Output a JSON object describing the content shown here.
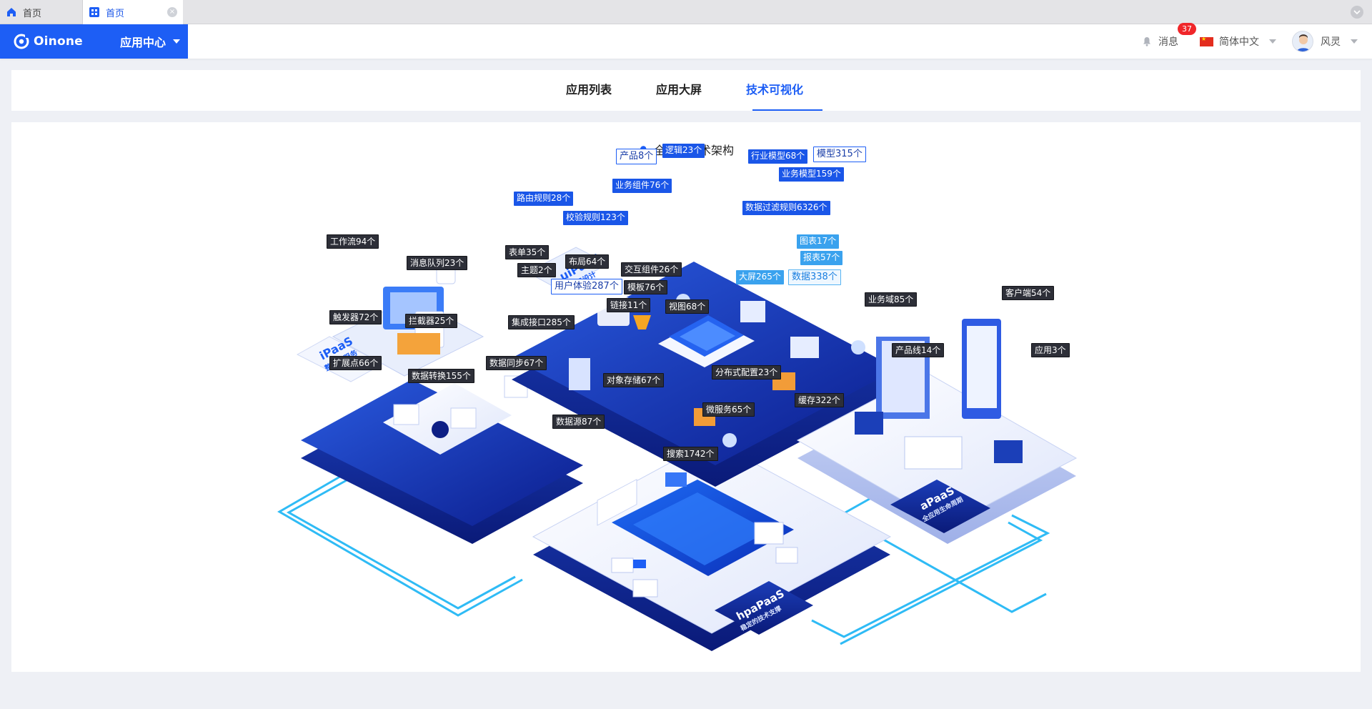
{
  "tabs": [
    {
      "label": "首页",
      "icon": "home-icon"
    },
    {
      "label": "首页",
      "icon": "app-grid-icon",
      "active": true
    }
  ],
  "header": {
    "logo_text": "Oinone",
    "app_center": "应用中心",
    "messages_label": "消息",
    "messages_count": "37",
    "language": "简体中文",
    "username": "风灵",
    "brand_color": "#1d5ef5"
  },
  "subnav": {
    "items": [
      "应用列表",
      "应用大屏",
      "技术可视化"
    ],
    "active_index": 2
  },
  "panel": {
    "title": "全平台技术架构"
  },
  "platforms": {
    "uipaas": {
      "name": "uiPaaS",
      "sub": "低代码设计"
    },
    "ipaas": {
      "name": "iPaaS",
      "sub": "整合型服务"
    },
    "apaas": {
      "name": "aPaaS",
      "sub": "全应用生命周期"
    },
    "hpapaas": {
      "name": "hpaPaaS",
      "sub": "稳定的技术支撑"
    }
  },
  "tags": [
    {
      "text": "产品8个",
      "style": "light"
    },
    {
      "text": "逻辑23个",
      "style": "blue"
    },
    {
      "text": "行业模型68个",
      "style": "blue"
    },
    {
      "text": "模型315个",
      "style": "light"
    },
    {
      "text": "业务模型159个",
      "style": "blue"
    },
    {
      "text": "业务组件76个",
      "style": "blue"
    },
    {
      "text": "路由规则28个",
      "style": "blue"
    },
    {
      "text": "数据过滤规则6326个",
      "style": "blue"
    },
    {
      "text": "校验规则123个",
      "style": "blue"
    },
    {
      "text": "图表17个",
      "style": "sky"
    },
    {
      "text": "报表57个",
      "style": "sky"
    },
    {
      "text": "大屏265个",
      "style": "sky"
    },
    {
      "text": "数据338个",
      "style": "light2"
    },
    {
      "text": "表单35个",
      "style": "dark"
    },
    {
      "text": "布局64个",
      "style": "dark"
    },
    {
      "text": "主题2个",
      "style": "dark"
    },
    {
      "text": "交互组件26个",
      "style": "dark"
    },
    {
      "text": "用户体验287个",
      "style": "light"
    },
    {
      "text": "模板76个",
      "style": "dark"
    },
    {
      "text": "链接11个",
      "style": "dark"
    },
    {
      "text": "视图68个",
      "style": "dark"
    },
    {
      "text": "工作流94个",
      "style": "dark"
    },
    {
      "text": "消息队列23个",
      "style": "dark"
    },
    {
      "text": "触发器72个",
      "style": "dark"
    },
    {
      "text": "拦截器25个",
      "style": "dark"
    },
    {
      "text": "集成接口285个",
      "style": "dark"
    },
    {
      "text": "扩展点66个",
      "style": "dark"
    },
    {
      "text": "数据同步67个",
      "style": "dark"
    },
    {
      "text": "数据转换155个",
      "style": "dark"
    },
    {
      "text": "业务域85个",
      "style": "dark"
    },
    {
      "text": "客户端54个",
      "style": "dark"
    },
    {
      "text": "产品线14个",
      "style": "dark"
    },
    {
      "text": "应用3个",
      "style": "dark"
    },
    {
      "text": "对象存储67个",
      "style": "dark"
    },
    {
      "text": "分布式配置23个",
      "style": "dark"
    },
    {
      "text": "缓存322个",
      "style": "dark"
    },
    {
      "text": "微服务65个",
      "style": "dark"
    },
    {
      "text": "数据源87个",
      "style": "dark"
    },
    {
      "text": "搜索1742个",
      "style": "dark"
    }
  ]
}
